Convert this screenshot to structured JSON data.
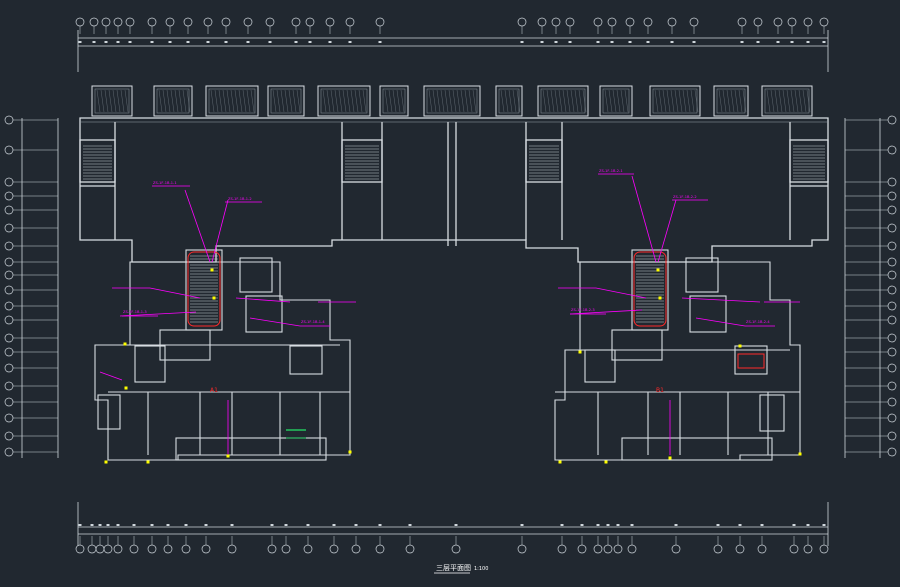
{
  "drawing": {
    "title": "三层平面图",
    "scale": "1:100",
    "colors": {
      "background": "#212830",
      "wall": "#d8dde2",
      "wall_dim": "#9aa3ab",
      "annotation": "#ff00ff",
      "marker": "#ffff00",
      "accent_red": "#ff2a2a",
      "accent_green": "#22c55e",
      "text": "#ffffff"
    },
    "annotations_left": [
      "ZS-1F-1B-1-1",
      "ZS-1F-1B-1-2",
      "ZS-1F-1B-1-3",
      "ZS-1F-1B-1-4"
    ],
    "annotations_right": [
      "ZS-1F-1B-2-1",
      "ZS-1F-1B-2-2",
      "ZS-1F-1B-2-3",
      "ZS-1F-1B-2-4"
    ]
  }
}
